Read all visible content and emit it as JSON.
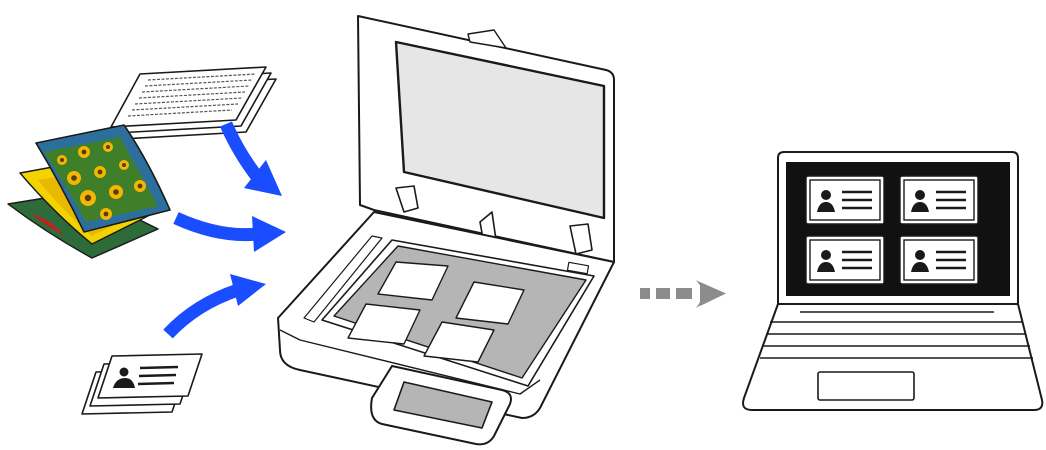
{
  "diagram": {
    "inputs": [
      {
        "kind": "receipts",
        "icon": "receipt-stack-icon"
      },
      {
        "kind": "photos",
        "icon": "photo-stack-icon"
      },
      {
        "kind": "cards",
        "icon": "id-card-stack-icon"
      }
    ],
    "device": {
      "kind": "flatbed-scanner",
      "placed_items": 4
    },
    "output": {
      "kind": "laptop",
      "thumbnails": 4,
      "thumbnail_icon": "id-card-icon"
    },
    "flow": {
      "input_arrows": 3,
      "output_arrow": "dashed"
    },
    "colors": {
      "arrow": "#1a4dff",
      "output_arrow": "#8c8c8c",
      "outline": "#1a1a1a",
      "scan_bed": "#b5b5b5",
      "lid_glass": "#e6e6e6",
      "screen": "#111111",
      "sunflower_photo": "#2d6f9c",
      "yellow_photo": "#f2d300",
      "green_photo": "#2e6b3a"
    }
  }
}
